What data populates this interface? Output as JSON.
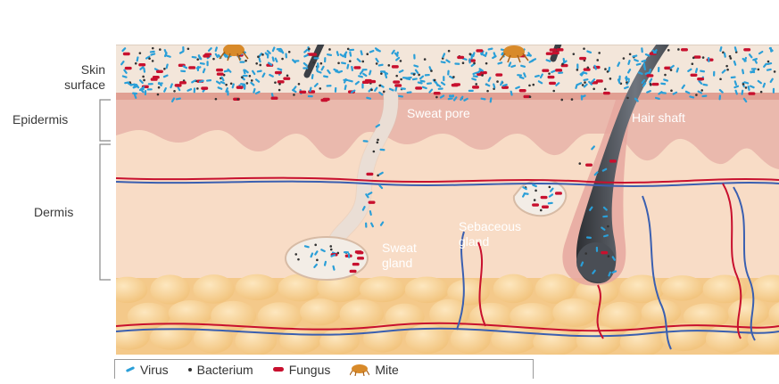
{
  "labels": {
    "skin_surface_1": "Skin",
    "skin_surface_2": "surface",
    "epidermis": "Epidermis",
    "dermis": "Dermis",
    "sweat_pore": "Sweat pore",
    "hair_shaft": "Hair shaft",
    "sebaceous_1": "Sebaceous",
    "sebaceous_2": "gland",
    "sweat_gland_1": "Sweat",
    "sweat_gland_2": "gland"
  },
  "legend": {
    "virus": "Virus",
    "bacterium": "Bacterium",
    "fungus": "Fungus",
    "mite": "Mite"
  },
  "colors": {
    "virus": "#2a9fd8",
    "bacterium": "#333333",
    "fungus": "#c8102e",
    "vein": "#3a5fb0",
    "epidermis": "#e9b8ac",
    "dermis": "#f8dcc6",
    "fat": "#f6cf95",
    "hair": "#3c3f45",
    "mite": "#d88a2a"
  },
  "icons": [
    "bracket-icon",
    "mite-icon",
    "hair-icon"
  ]
}
